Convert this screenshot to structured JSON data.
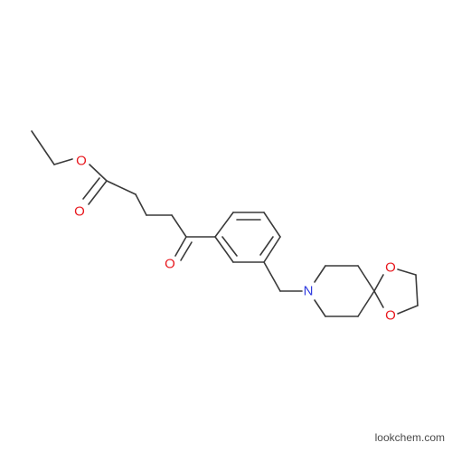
{
  "molecule": {
    "atoms": [
      {
        "id": "O1",
        "symbol": "O",
        "color": "#e8191f"
      },
      {
        "id": "O2",
        "symbol": "O",
        "color": "#e8191f"
      },
      {
        "id": "O3",
        "symbol": "O",
        "color": "#e8191f"
      },
      {
        "id": "N1",
        "symbol": "N",
        "color": "#2f3be0"
      },
      {
        "id": "O4",
        "symbol": "O",
        "color": "#e8191f"
      },
      {
        "id": "O5",
        "symbol": "O",
        "color": "#e8191f"
      }
    ]
  },
  "watermark": "lookchem.com",
  "colors": {
    "carbon": "#3a3a3a",
    "oxygen": "#e8191f",
    "nitrogen": "#2f3be0",
    "background": "#ffffff"
  }
}
